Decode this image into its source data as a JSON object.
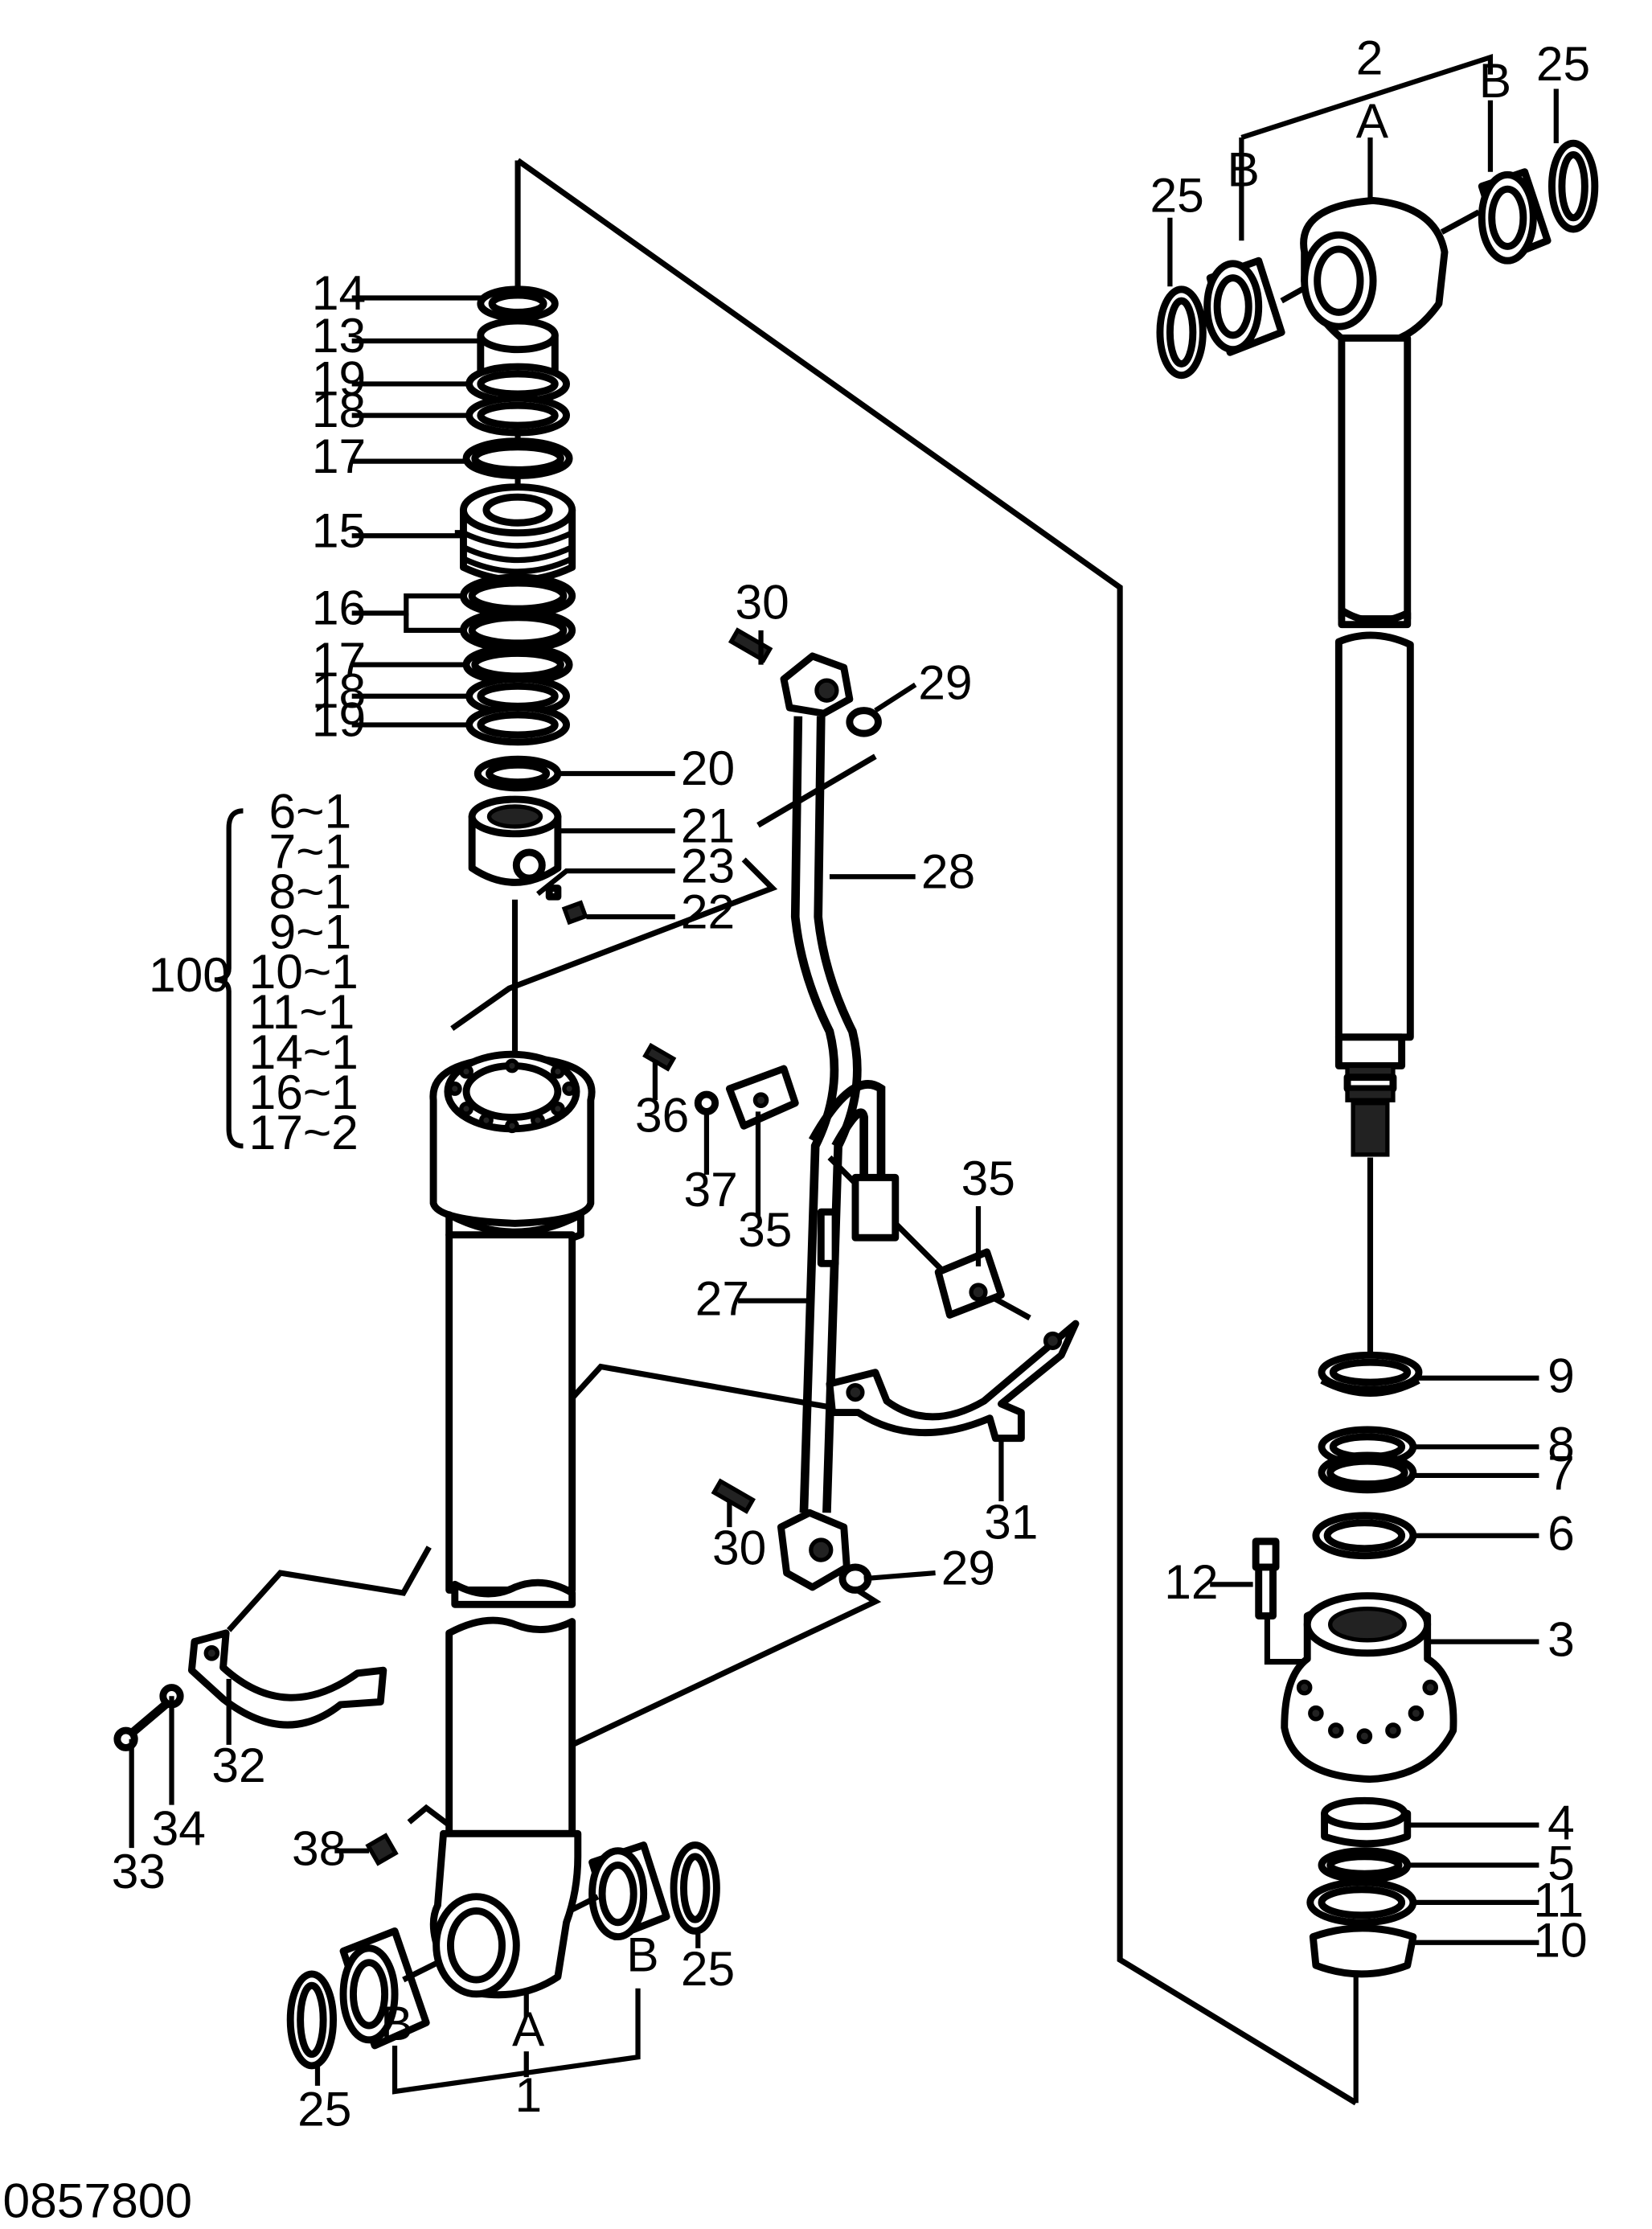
{
  "drawing": {
    "number": "0857800"
  },
  "labels": {
    "l1": "1",
    "l2": "2",
    "l3": "3",
    "l4": "4",
    "l5": "5",
    "l6": "6",
    "l7": "7",
    "l8": "8",
    "l9": "9",
    "l10": "10",
    "l11": "11",
    "l12": "12",
    "l13": "13",
    "l14": "14",
    "l15": "15",
    "l16": "16",
    "l17a": "17",
    "l17b": "17",
    "l18a": "18",
    "l18b": "18",
    "l19a": "19",
    "l19b": "19",
    "l20": "20",
    "l21": "21",
    "l22": "22",
    "l23": "23",
    "l25a": "25",
    "l25b": "25",
    "l25c": "25",
    "l25d": "25",
    "l27": "27",
    "l28": "28",
    "l29a": "29",
    "l29b": "29",
    "l30a": "30",
    "l30b": "30",
    "l31": "31",
    "l32": "32",
    "l33": "33",
    "l34": "34",
    "l35a": "35",
    "l35b": "35",
    "l36": "36",
    "l37": "37",
    "l38": "38",
    "A_top": "A",
    "B_top1": "B",
    "B_top2": "B",
    "A_bot": "A",
    "B_bot1": "B",
    "B_bot2": "B"
  },
  "kit": {
    "label": "100",
    "items": [
      "6~1",
      "7~1",
      "8~1",
      "9~1",
      "10~1",
      "11~1",
      "14~1",
      "16~1",
      "17~2"
    ]
  }
}
